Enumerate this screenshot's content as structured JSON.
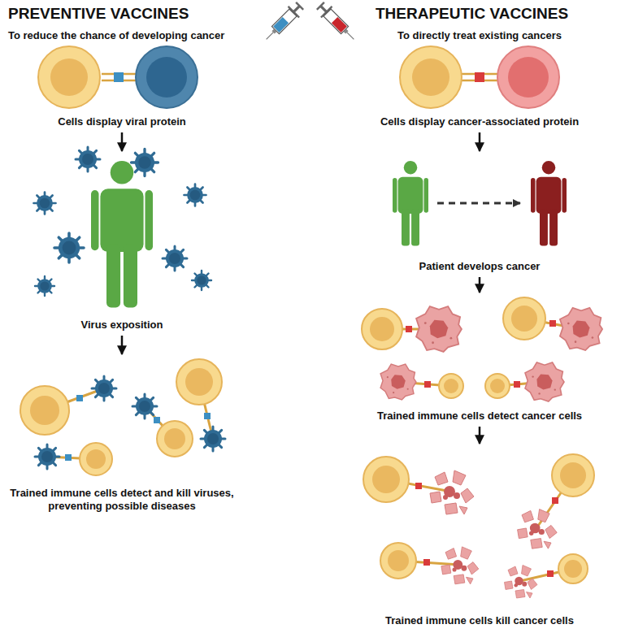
{
  "diagram": {
    "nodes": [
      {
        "text": [
          "Cells display viral protein"
        ]
      },
      {
        "text": [
          "Virus exposition"
        ]
      },
      {
        "text": [
          "Trained immune cells detect and kill viruses, preventing possible diseases"
        ]
      },
      {
        "text": [
          "Cells display cancer-associated protein"
        ]
      },
      {
        "text": [
          "Patient develops cancer"
        ]
      },
      {
        "text": [
          "Trained immune cells detect cancer cells"
        ]
      },
      {
        "text": [
          "Trained immune cells kill cancer cells"
        ]
      }
    ],
    "edges": [
      {
        "from": 0,
        "to": 1,
        "arrow": "to"
      },
      {
        "from": 1,
        "to": 2,
        "arrow": "to"
      },
      {
        "from": 3,
        "to": 4,
        "arrow": "to"
      },
      {
        "from": 4,
        "to": 5,
        "arrow": "to"
      },
      {
        "from": 5,
        "to": 6,
        "arrow": "to"
      }
    ],
    "labels": [
      "PREVENTIVE VACCINES",
      "To reduce the chance of developing cancer",
      "THERAPEUTIC VACCINES",
      "To directly treat existing cancers"
    ]
  }
}
